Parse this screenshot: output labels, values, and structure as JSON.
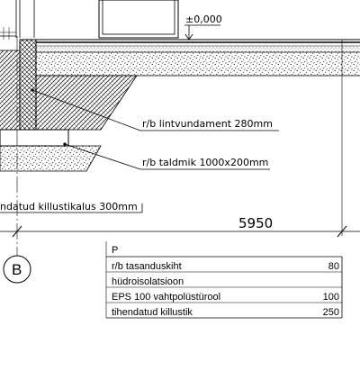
{
  "elevation_label": "±0,000",
  "callouts": {
    "foundation_wall": "r/b lintvundament 280mm",
    "footing": "r/b taldmik 1000x200mm",
    "gravel_bed": "ndatud killustikalus 300mm"
  },
  "dimension": "5950",
  "grid_axis": "B",
  "floor_table": {
    "title": "P",
    "rows": [
      {
        "label": "r/b tasanduskiht",
        "value": "80"
      },
      {
        "label": "hüdroisolatsioon",
        "value": ""
      },
      {
        "label": "EPS 100 vahtpolüstürool",
        "value": "100"
      },
      {
        "label": "tihendatud killustik",
        "value": "250"
      }
    ]
  },
  "colors": {
    "line": "#000000",
    "background": "#ffffff"
  }
}
